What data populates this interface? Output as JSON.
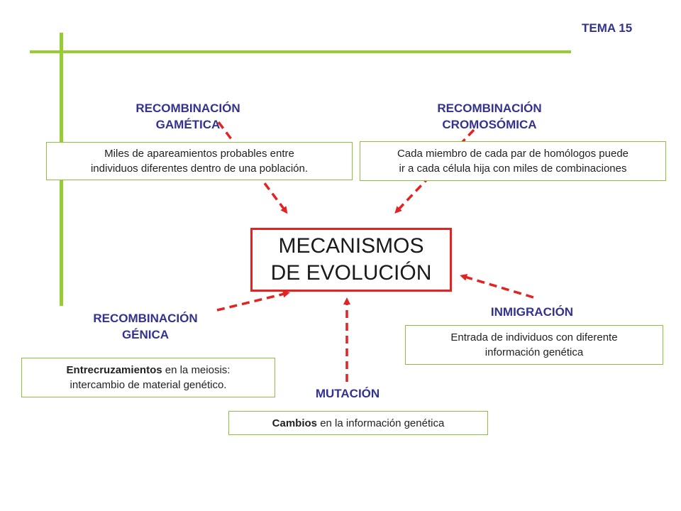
{
  "header": {
    "tema": "TEMA 15"
  },
  "central": {
    "line1": "MECANISMOS",
    "line2": "DE EVOLUCIÓN"
  },
  "nodes": {
    "gametica": {
      "label_line1": "RECOMBINACIÓN",
      "label_line2": "GAMÉTICA",
      "text_line1": "Miles de apareamientos probables entre",
      "text_line2": "individuos diferentes dentro de una población."
    },
    "cromosomica": {
      "label_line1": "RECOMBINACIÓN",
      "label_line2": "CROMOSÓMICA",
      "text_line1": "Cada miembro de cada par de homólogos puede",
      "text_line2": "ir a cada célula hija con miles de combinaciones"
    },
    "genica": {
      "label_line1": "RECOMBINACIÓN",
      "label_line2": "GÉNICA",
      "text_bold": "Entrecruzamientos",
      "text_rest": " en la meiosis:",
      "text_line2": "intercambio de material genético."
    },
    "inmigracion": {
      "label": "INMIGRACIÓN",
      "text_line1": "Entrada de individuos con diferente",
      "text_line2": "información genética"
    },
    "mutacion": {
      "label": "MUTACIÓN",
      "text_bold": "Cambios",
      "text_rest": " en la información genética"
    }
  },
  "colors": {
    "label": "#33338f",
    "arrow": "#e32222",
    "accent_line": "#99cc33",
    "box_border": "#8fbf3f"
  }
}
